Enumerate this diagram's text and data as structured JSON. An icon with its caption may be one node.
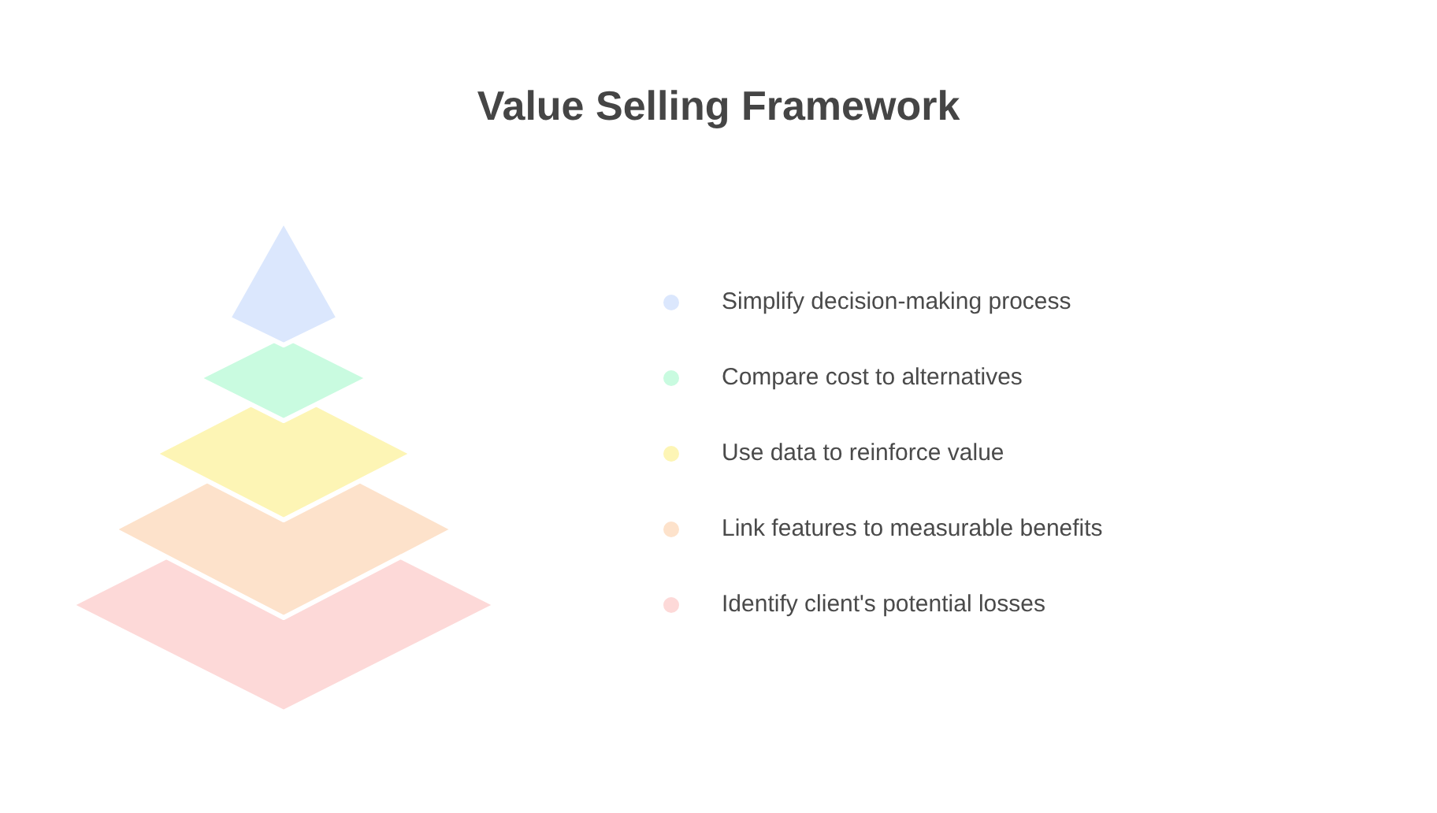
{
  "diagram": {
    "title": "Value Selling Framework",
    "legend": [
      {
        "text": "Simplify decision-making process",
        "color": "#dbe7fd"
      },
      {
        "text": "Compare cost to alternatives",
        "color": "#c9fbe0"
      },
      {
        "text": "Use data to reinforce value",
        "color": "#fdf5b5"
      },
      {
        "text": "Link features to measurable benefits",
        "color": "#fde2cb"
      },
      {
        "text": "Identify client's potential losses",
        "color": "#fdd9d8"
      }
    ]
  }
}
